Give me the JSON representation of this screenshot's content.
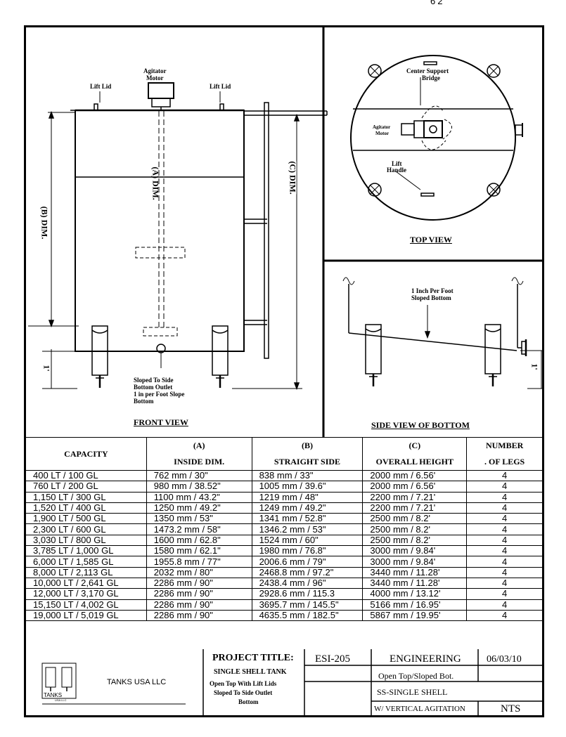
{
  "corner_mark": "62",
  "front_view": {
    "title": "FRONT VIEW",
    "agitator_motor": "Agitator\nMotor",
    "lift_lid_left": "Lift Lid",
    "lift_lid_right": "Lift Lid",
    "dim_a": "(A) DIM.",
    "dim_b": "(B) DIM.",
    "dim_c": "(C) DIM.",
    "one_foot": "1'",
    "outlet_note_1": "Sloped To Side",
    "outlet_note_2": "Bottom Outlet",
    "outlet_note_3": "1 in per Foot Slope",
    "outlet_note_4": "Bottom"
  },
  "top_view": {
    "title": "TOP VIEW",
    "center_support_1": "Center Support",
    "center_support_2": "Bridge",
    "agitator_1": "Agitator",
    "agitator_2": "Motor",
    "lift_handle_1": "Lift",
    "lift_handle_2": "Handle"
  },
  "side_view": {
    "title": "SIDE VIEW OF BOTTOM",
    "note_1": "1 Inch Per Foot",
    "note_2": "Sloped Bottom",
    "one_foot": "1'"
  },
  "table": {
    "headers": {
      "capacity": "CAPACITY",
      "a_top": "(A)",
      "a_bottom": "INSIDE DIM.",
      "b_top": "(B)",
      "b_bottom": "STRAIGHT SIDE",
      "c_top": "(C)",
      "c_bottom": "OVERALL HEIGHT",
      "legs_top": "NUMBER",
      "legs_bottom": ". OF LEGS"
    },
    "rows": [
      [
        "400 LT / 100 GL",
        "762 mm / 30\"",
        "838 mm / 33\"",
        "2000 mm / 6.56'",
        "4"
      ],
      [
        "760 LT / 200 GL",
        "980 mm / 38.52\"",
        "1005 mm / 39.6\"",
        "2000 mm / 6.56'",
        "4"
      ],
      [
        "1,150 LT / 300 GL",
        "1100 mm / 43.2\"",
        "1219 mm / 48\"",
        "2200 mm / 7.21'",
        "4"
      ],
      [
        "1,520 LT / 400 GL",
        "1250 mm / 49.2\"",
        "1249 mm / 49.2\"",
        "2200 mm / 7.21'",
        "4"
      ],
      [
        "1,900 LT / 500 GL",
        "1350 mm / 53\"",
        "1341 mm / 52.8\"",
        "2500 mm / 8.2'",
        "4"
      ],
      [
        "2,300 LT / 600 GL",
        "1473.2 mm / 58\"",
        "1346.2 mm / 53\"",
        "2500 mm / 8.2'",
        "4"
      ],
      [
        "3,030 LT / 800 GL",
        "1600 mm / 62.8\"",
        "1524 mm / 60\"",
        "2500 mm / 8.2'",
        "4"
      ],
      [
        "3,785 LT / 1,000 GL",
        "1580 mm / 62.1\"",
        "1980 mm / 76.8\"",
        "3000 mm / 9.84'",
        "4"
      ],
      [
        "6,000 LT / 1,585 GL",
        "1955.8 mm / 77\"",
        "2006.6 mm / 79\"",
        "3000 mm / 9.84'",
        "4"
      ],
      [
        "8,000 LT / 2,113 GL",
        "2032 mm / 80\"",
        "2468.8 mm / 97.2\"",
        "3440 mm / 11.28'",
        "4"
      ],
      [
        "10,000 LT / 2,641 GL",
        "2286 mm / 90\"",
        "2438.4 mm / 96\"",
        "3440 mm / 11.28'",
        "4"
      ],
      [
        "12,000 LT / 3,170 GL",
        "2286 mm / 90\"",
        "2928.6 mm / 115.3",
        "4000 mm / 13.12'",
        "4"
      ],
      [
        "15,150 LT / 4,002 GL",
        "2286 mm / 90\"",
        "3695.7 mm / 145.5\"",
        "5166 mm / 16.95'",
        "4"
      ],
      [
        "19,000 LT / 5,019 GL",
        "2286 mm / 90\"",
        "4635.5 mm / 182.5\"",
        "5867 mm / 19.95'",
        "4"
      ]
    ]
  },
  "title_block": {
    "company": "TANKS USA LLC",
    "logo_text": "TANKS",
    "logo_sub": "USA LLC",
    "project_title_label": "PROJECT TITLE:",
    "project_line_1": "SINGLE SHELL TANK",
    "project_line_2": "Open Top With Lift Lids",
    "project_line_3": "Sloped To Side Outlet",
    "project_line_4": "Bottom",
    "drawing_no": "ESI-205",
    "dept": "ENGINEERING",
    "date": "06/03/10",
    "desc_1": "Open Top/Sloped Bot.",
    "desc_2": "SS-SINGLE SHELL",
    "desc_3": "W/ VERTICAL AGITATION",
    "scale": "NTS"
  }
}
